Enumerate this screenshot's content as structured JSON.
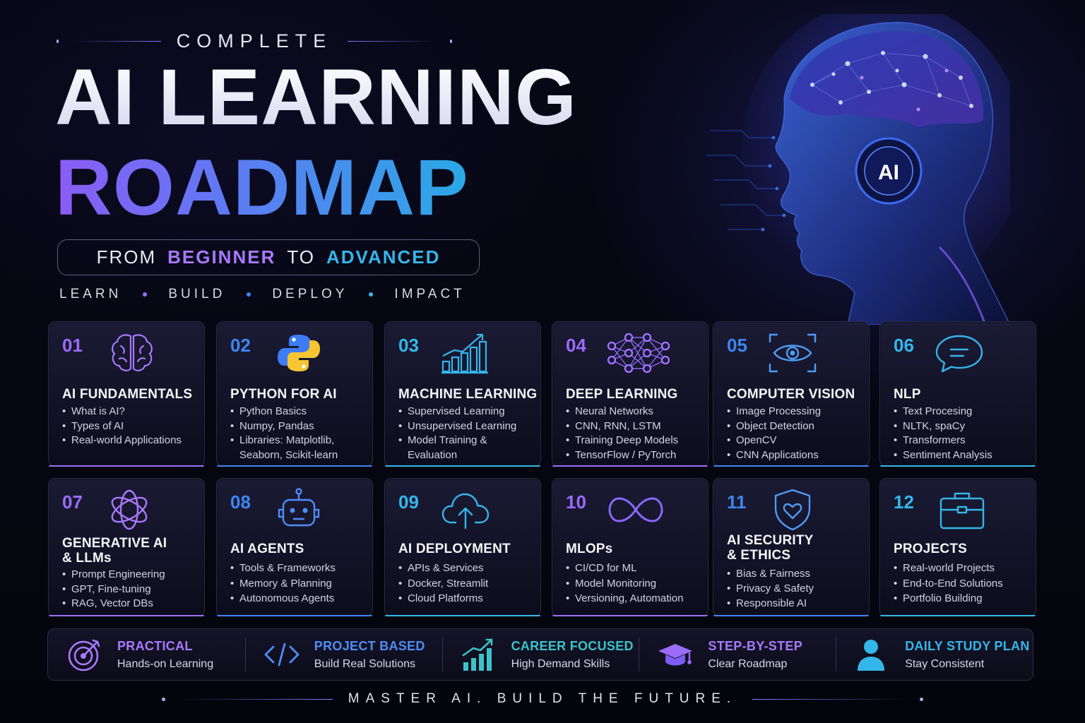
{
  "header": {
    "kicker": "COMPLETE",
    "title_line1": "AI LEARNING",
    "title_line2": "ROADMAP",
    "subtitle_from": "FROM",
    "subtitle_beginner": "BEGINNER",
    "subtitle_to": "TO",
    "subtitle_advanced": "ADVANCED",
    "tagline": [
      "LEARN",
      "BUILD",
      "DEPLOY",
      "IMPACT"
    ],
    "tagline_dot_colors": [
      "#9b6cf7",
      "#3d86f0",
      "#35b6ea"
    ],
    "head_badge": "AI"
  },
  "colors": {
    "purple": "#9b6cf7",
    "blue": "#3d86f0",
    "cyan": "#35b6ea",
    "violet": "#7c5cf6"
  },
  "cards": [
    {
      "num": "01",
      "icon": "brain-icon",
      "title": "AI FUNDAMENTALS",
      "items": [
        "What is AI?",
        "Types of AI",
        "Real-world Applications"
      ],
      "accent": "#9b6cf7"
    },
    {
      "num": "02",
      "icon": "python-logo-icon",
      "title": "PYTHON FOR AI",
      "items": [
        "Python Basics",
        "Numpy, Pandas",
        "Libraries: Matplotlib, Seaborn, Scikit-learn"
      ],
      "accent": "#3d86f0"
    },
    {
      "num": "03",
      "icon": "growth-chart-icon",
      "title": "MACHINE LEARNING",
      "items": [
        "Supervised Learning",
        "Unsupervised Learning",
        "Model Training & Evaluation"
      ],
      "accent": "#35b6ea"
    },
    {
      "num": "04",
      "icon": "neural-network-icon",
      "title": "DEEP LEARNING",
      "items": [
        "Neural Networks",
        "CNN, RNN, LSTM",
        "Training Deep Models",
        "TensorFlow / PyTorch"
      ],
      "accent": "#9b6cf7"
    },
    {
      "num": "05",
      "icon": "eye-scan-icon",
      "title": "COMPUTER VISION",
      "items": [
        "Image Processing",
        "Object Detection",
        "OpenCV",
        "CNN Applications"
      ],
      "accent": "#3d86f0"
    },
    {
      "num": "06",
      "icon": "chat-bubble-icon",
      "title": "NLP",
      "items": [
        "Text Procesing",
        "NLTK, spaCy",
        "Transformers",
        "Sentiment Analysis"
      ],
      "accent": "#35b6ea"
    },
    {
      "num": "07",
      "icon": "openai-knot-icon",
      "title": "GENERATIVE AI\n& LLMs",
      "items": [
        "Prompt Engineering",
        "GPT, Fine-tuning",
        "RAG, Vector DBs"
      ],
      "accent": "#9b6cf7"
    },
    {
      "num": "08",
      "icon": "robot-icon",
      "title": "AI AGENTS",
      "items": [
        "Tools & Frameworks",
        "Memory & Planning",
        "Autonomous Agents"
      ],
      "accent": "#3d86f0"
    },
    {
      "num": "09",
      "icon": "cloud-upload-icon",
      "title": "AI DEPLOYMENT",
      "items": [
        "APIs & Services",
        "Docker, Streamlit",
        "Cloud Platforms"
      ],
      "accent": "#35b6ea"
    },
    {
      "num": "10",
      "icon": "infinity-icon",
      "title": "MLOPs",
      "items": [
        "CI/CD for ML",
        "Model Monitoring",
        "Versioning, Automation"
      ],
      "accent": "#9b6cf7"
    },
    {
      "num": "11",
      "icon": "shield-heart-icon",
      "title": "AI SECURITY\n& ETHICS",
      "items": [
        "Bias & Fairness",
        "Privacy & Safety",
        "Responsible AI"
      ],
      "accent": "#3d86f0"
    },
    {
      "num": "12",
      "icon": "briefcase-icon",
      "title": "PROJECTS",
      "items": [
        "Real-world Projects",
        "End-to-End Solutions",
        "Portfolio Building"
      ],
      "accent": "#35b6ea"
    }
  ],
  "features": [
    {
      "icon": "target-icon",
      "title": "PRACTICAL",
      "sub": "Hands-on Learning",
      "color": "#a979ff"
    },
    {
      "icon": "code-icon",
      "title": "PROJECT BASED",
      "sub": "Build Real Solutions",
      "color": "#4f8df5"
    },
    {
      "icon": "growth-bars-icon",
      "title": "CAREER FOCUSED",
      "sub": "High Demand Skills",
      "color": "#3cc3c9"
    },
    {
      "icon": "graduation-cap-icon",
      "title": "STEP-BY-STEP",
      "sub": "Clear Roadmap",
      "color": "#a979ff"
    },
    {
      "icon": "person-icon",
      "title": "DAILY STUDY PLAN",
      "sub": "Stay Consistent",
      "color": "#35b6ea"
    }
  ],
  "footer": "MASTER AI. BUILD THE FUTURE."
}
